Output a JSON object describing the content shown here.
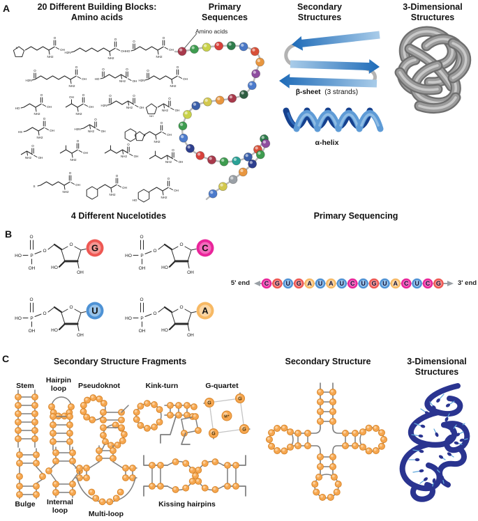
{
  "a": {
    "panel_label": "A",
    "col1_line1": "20 Different Building Blocks:",
    "col1_line2": "Amino acids",
    "col2_line1": "Primary",
    "col2_line2": "Sequences",
    "col3_line1": "Secondary",
    "col3_line2": "Structures",
    "col4_line1": "3-Dimensional",
    "col4_line2": "Structures",
    "amino_annotation": "Amino acids",
    "beta_bold": "β-sheet",
    "beta_rest": "(3 strands)",
    "alpha_label": "α-helix",
    "chain_colors": [
      "#A8394B",
      "#3E9C4F",
      "#C9D24A",
      "#D8413C",
      "#2E7C4B",
      "#4A78C6",
      "#D85038",
      "#E8963F",
      "#8E4D9F",
      "#4C7BCC",
      "#2F5D42",
      "#A8394B",
      "#E8963F",
      "#D3C84E",
      "#3A5FA9",
      "#C9D24A",
      "#3E9C4F",
      "#4C7BCC",
      "#2E3F8E",
      "#D8413C",
      "#A8394B",
      "#3E9C4F",
      "#2AA196",
      "#3A5FA9",
      "#D85038",
      "#2E7C4B",
      "#8E4D9F",
      "#3E9C4F",
      "#2E3F8E",
      "#E8963F",
      "#9AA0A6",
      "#D3C84E",
      "#4C7BCC"
    ]
  },
  "b": {
    "panel_label": "B",
    "title_left": "4 Different Nucelotides",
    "title_right": "Primary Sequencing",
    "five_end": "5' end",
    "three_end": "3' end",
    "nucleotides": [
      {
        "letter": "G",
        "fill": "#EE5853",
        "light": "#F7A3A0"
      },
      {
        "letter": "C",
        "fill": "#E9259A",
        "light": "#F478C3"
      },
      {
        "letter": "U",
        "fill": "#4E92D5",
        "light": "#A6CBEC"
      },
      {
        "letter": "A",
        "fill": "#F7B964",
        "light": "#FBDCB0"
      }
    ],
    "sequence": [
      "C",
      "G",
      "U",
      "G",
      "A",
      "U",
      "A",
      "U",
      "C",
      "U",
      "G",
      "U",
      "A",
      "C",
      "U",
      "C",
      "G"
    ],
    "base_colors": {
      "C": [
        "#E9259A",
        "#F478C3"
      ],
      "G": [
        "#EE5853",
        "#F7A3A0"
      ],
      "U": [
        "#4E92D5",
        "#A6CBEC"
      ],
      "A": [
        "#F7B964",
        "#FBDCB0"
      ]
    }
  },
  "c": {
    "panel_label": "C",
    "title_left": "Secondary Structure Fragments",
    "title_mid": "Secondary Structure",
    "title_right_line1": "3-Dimensional",
    "title_right_line2": "Structures",
    "labels": {
      "stem": "Stem",
      "hairpin_line1": "Hairpin",
      "hairpin_line2": "loop",
      "pseudoknot": "Pseudoknot",
      "kink_turn": "Kink-turn",
      "g_quartet": "G-quartet",
      "bulge": "Bulge",
      "internal_line1": "Internal",
      "internal_line2": "loop",
      "multi_loop": "Multi-loop",
      "kissing": "Kissing hairpins"
    },
    "g_letter": "G",
    "m_label": "M⁺"
  },
  "atom": {
    "o": "O",
    "p": "P",
    "ho": "HO",
    "oh": "OH",
    "nh2": "NH2",
    "h2n": "H2N",
    "hs": "HS",
    "s": "S",
    "n": "N",
    "nh": "NH"
  },
  "colors": {
    "orange_bead": "#F6A750",
    "orange_stroke": "#D8862B",
    "orange_light": "#FCD3A1",
    "line_gray": "#7d7d7d",
    "arrow_blue_dark": "#1E6BB8",
    "arrow_blue_light": "#A9CCE9",
    "helix_dark": "#16418E",
    "helix_light": "#5E9BD6",
    "rna_navy": "#2A3490",
    "rna_stick": "#5FA8DC",
    "protein_gray": "#8F8F8F"
  }
}
